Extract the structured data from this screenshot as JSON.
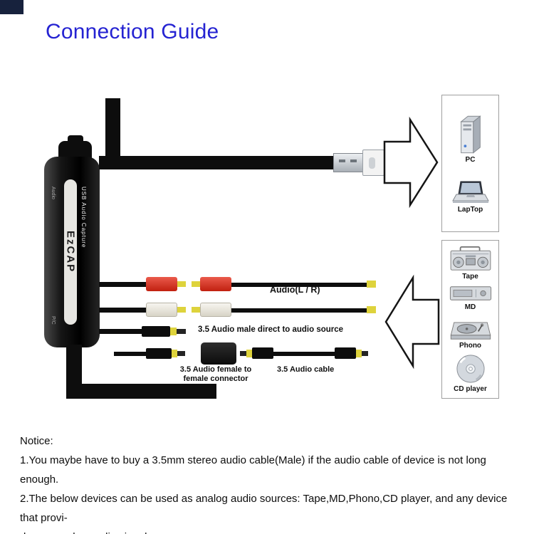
{
  "page": {
    "title": "Connection Guide"
  },
  "device": {
    "brand": "EzCAP",
    "model": "USB Audio Capture",
    "top_label": "Audio",
    "bottom_label": "P/C"
  },
  "labels": {
    "audio_lr": "Audio(L / R)",
    "direct": "3.5 Audio male direct to audio source",
    "female_line1": "3.5 Audio female to",
    "female_line2": "female connector",
    "cable": "3.5 Audio cable"
  },
  "pc_panel": {
    "items": [
      {
        "label": "PC",
        "icon": "pc-icon"
      },
      {
        "label": "LapTop",
        "icon": "laptop-icon"
      }
    ]
  },
  "source_panel": {
    "items": [
      {
        "label": "Tape",
        "icon": "tape-icon"
      },
      {
        "label": "MD",
        "icon": "md-icon"
      },
      {
        "label": "Phono",
        "icon": "phono-icon"
      },
      {
        "label": "CD player",
        "icon": "cd-player-icon"
      }
    ]
  },
  "notice": {
    "heading": "Notice:",
    "lines": [
      "1.You maybe have to buy a 3.5mm stereo audio cable(Male) if the audio cable of device is not long enough.",
      "2.The below devices can be used as analog audio sources: Tape,MD,Phono,CD player, and any device that provi-",
      "des an analog audio signal."
    ]
  },
  "colors": {
    "title_blue": "#2523d2",
    "rca_red": "#c1200f",
    "rca_white": "#efece3",
    "plug_yellow": "#ded33c",
    "cable_black": "#0d0d0d",
    "corner_navy": "#17223d"
  }
}
